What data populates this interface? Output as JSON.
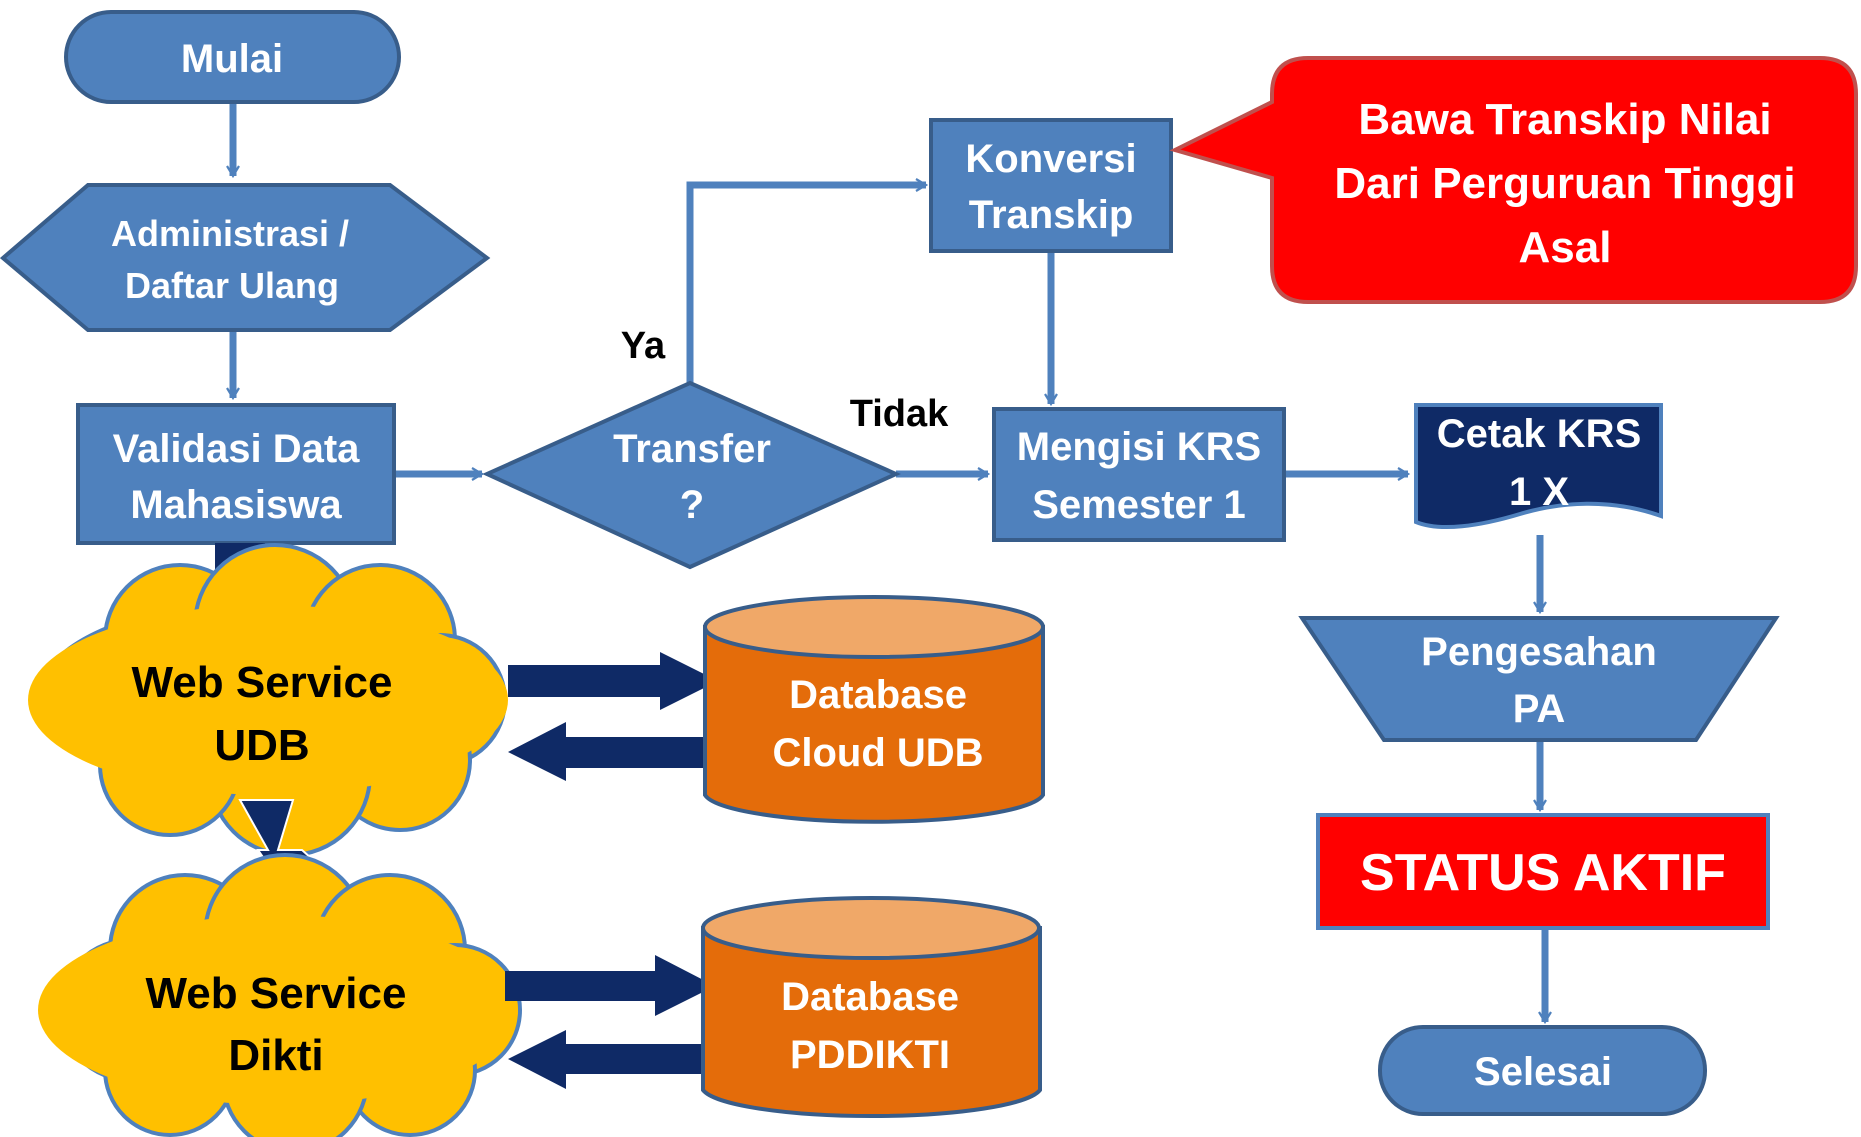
{
  "colors": {
    "process_fill": "#4F81BD",
    "process_stroke": "#385D8A",
    "flow_arrow": "#4F81BD",
    "data_arrow": "#0F2A66",
    "cloud_fill": "#FFC000",
    "cloud_stroke": "#4F81BD",
    "cylinder_body": "#E46C0A",
    "cylinder_top": "#F0A868",
    "cylinder_stroke": "#385D8A",
    "callout_fill": "#FF0000",
    "callout_stroke": "#C0504D",
    "status_fill": "#FF0000",
    "document_fill": "#0F2A66",
    "light_text": "#FFFFFF",
    "dark_text": "#000000"
  },
  "nodes": {
    "mulai": {
      "label": "Mulai"
    },
    "administrasi": {
      "line1": "Administrasi /",
      "line2": "Daftar Ulang"
    },
    "validasi": {
      "line1": "Validasi Data",
      "line2": "Mahasiswa"
    },
    "transfer": {
      "line1": "Transfer",
      "line2": "?"
    },
    "konversi": {
      "line1": "Konversi",
      "line2": "Transkip"
    },
    "callout": {
      "line1": "Bawa Transkip Nilai",
      "line2": "Dari Perguruan Tinggi",
      "line3": "Asal"
    },
    "krs": {
      "line1": "Mengisi KRS",
      "line2": "Semester 1"
    },
    "cetak": {
      "line1": "Cetak KRS",
      "line2": "1 X"
    },
    "pengesahan": {
      "line1": "Pengesahan",
      "line2": "PA"
    },
    "status": {
      "label": "STATUS AKTIF"
    },
    "selesai": {
      "label": "Selesai"
    },
    "ws_udb": {
      "line1": "Web Service",
      "line2": "UDB"
    },
    "ws_dikti": {
      "line1": "Web Service",
      "line2": "Dikti"
    },
    "db_udb": {
      "line1": "Database",
      "line2": "Cloud UDB"
    },
    "db_pddikti": {
      "line1": "Database",
      "line2": "PDDIKTI"
    }
  },
  "edge_labels": {
    "ya": "Ya",
    "tidak": "Tidak"
  }
}
